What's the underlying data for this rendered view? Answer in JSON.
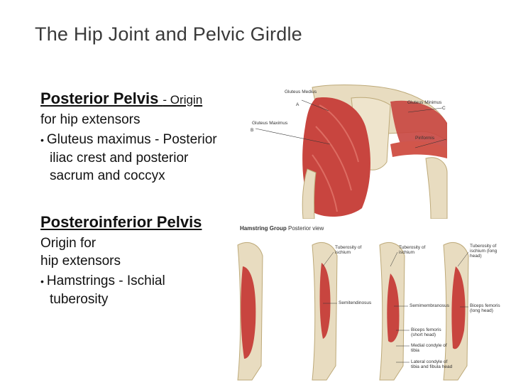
{
  "slide": {
    "title": "The Hip Joint and Pelvic Girdle"
  },
  "posterior_section": {
    "heading": "Posterior Pelvis ",
    "heading_suffix": "- Origin",
    "line2": "for hip extensors",
    "bullet_text": "Gluteus maximus - Posterior iliac crest and posterior sacrum and coccyx"
  },
  "posteroinferior_section": {
    "heading": "Posteroinferior Pelvis",
    "line1": "Origin for",
    "line2": "hip extensors",
    "bullet_text": "Hamstrings - Ischial tuberosity"
  },
  "gluteal_figure": {
    "labels": {
      "gluteus_medius": "Gluteus Medius",
      "letter_a": "A",
      "gluteus_maximus": "Gluteus Maximus",
      "letter_b": "B",
      "gluteus_minimus": "Gluteus Minimus",
      "letter_c": "C",
      "piriformis": "Piriformis"
    }
  },
  "hamstring_figure": {
    "header_bold": "Hamstring Group",
    "header_rest": " Posterior view",
    "labels": {
      "tuberosity1": "Tuberosity of ischium",
      "tuberosity2": "Tuberosity of ischium",
      "tuberosity3": "Tuberosity of ischium (long head)",
      "semitendinosus": "Semitendinosus",
      "semimembranosus": "Semimembranosus",
      "biceps_long": "Biceps femoris (long head)",
      "biceps_short": "Biceps femoris (short head)",
      "medial_condyle": "Medial condyle of tibia",
      "lateral_condyle": "Lateral condyle of tibia and fibula head"
    }
  },
  "colors": {
    "title": "#3a3a3a",
    "bone": "#e8dcc0",
    "muscle": "#c8453f",
    "muscle_light": "#e2766c"
  }
}
